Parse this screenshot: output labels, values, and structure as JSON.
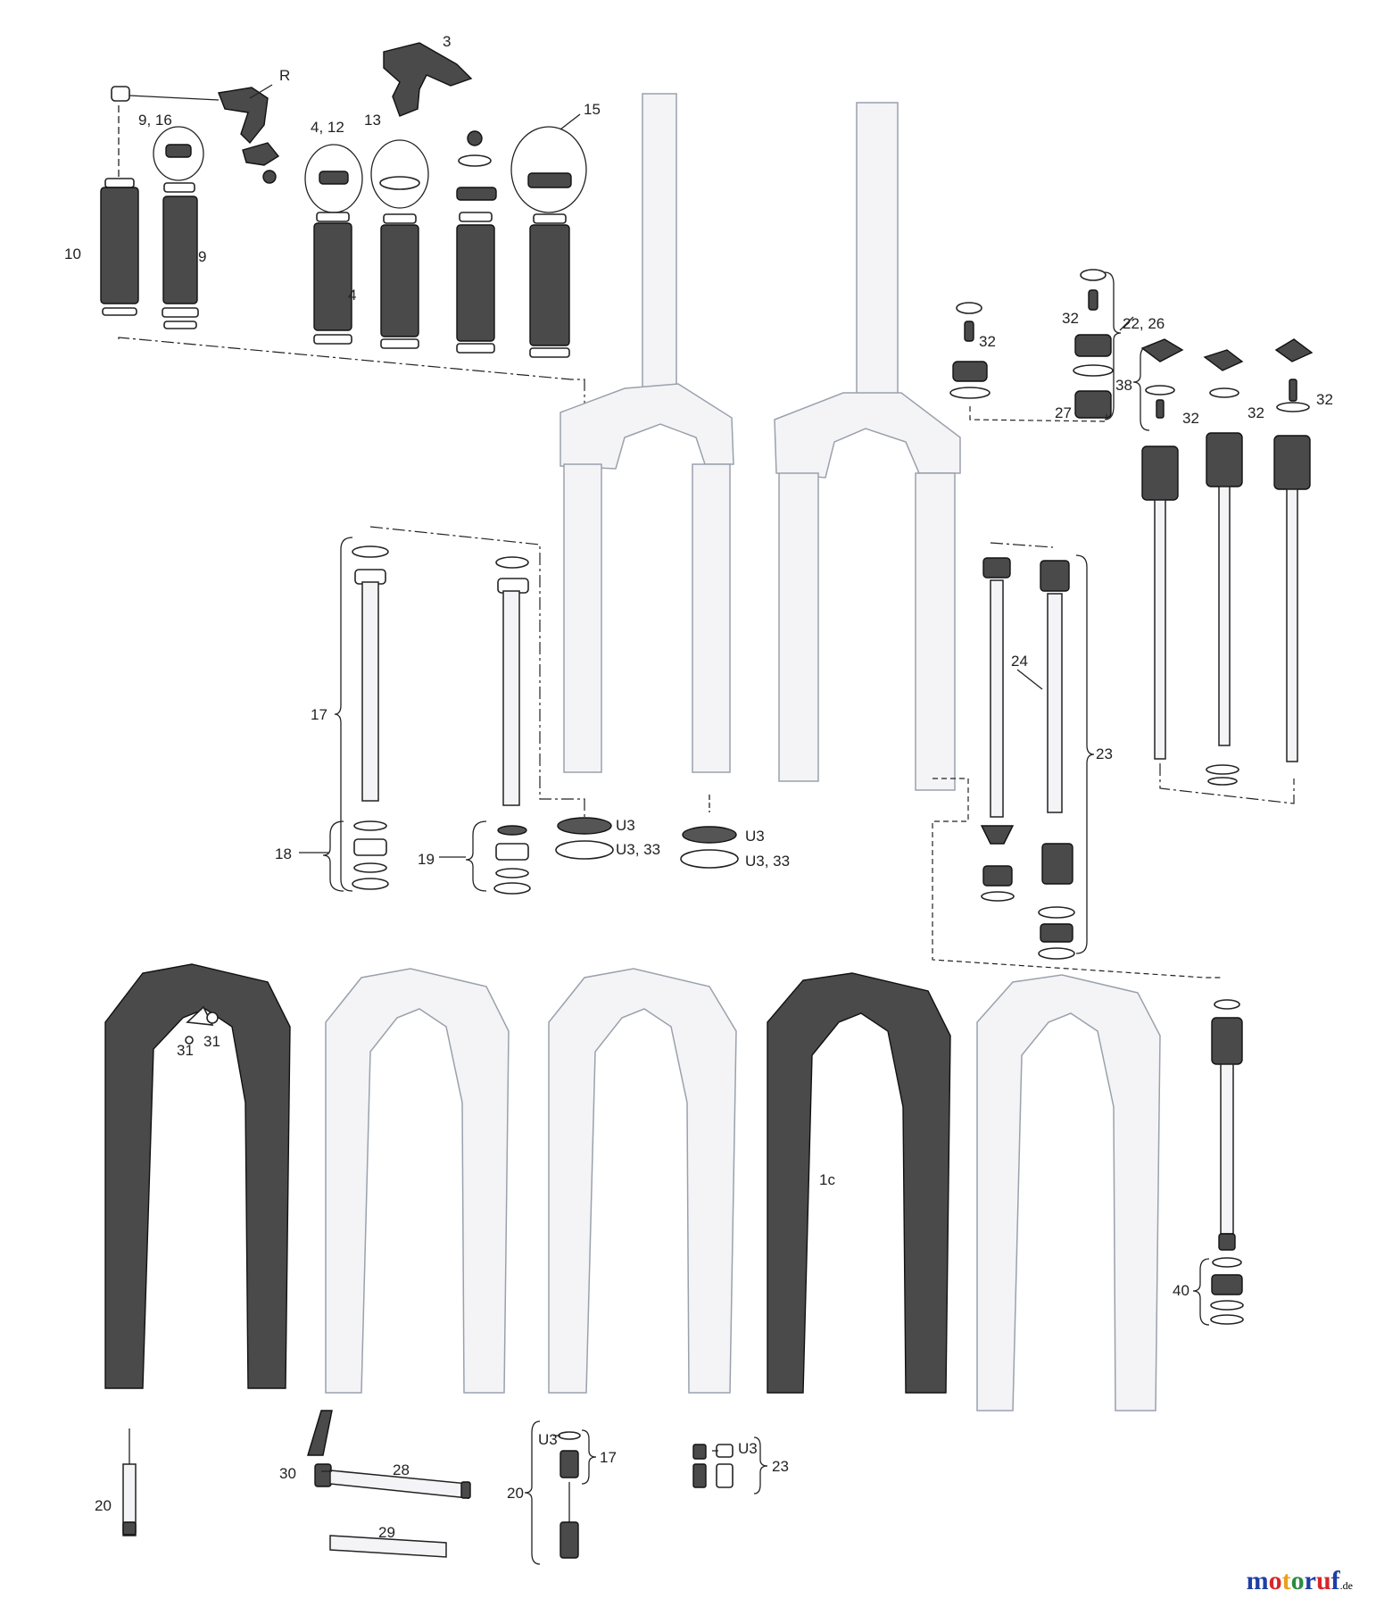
{
  "diagram": {
    "part_labels": [
      "R",
      "3",
      "9, 16",
      "13",
      "4, 12",
      "15",
      "10",
      "9",
      "4",
      "32",
      "32",
      "22, 26",
      "38",
      "27",
      "32",
      "32",
      "32",
      "17",
      "24",
      "23",
      "18",
      "19",
      "U3",
      "U3, 33",
      "U3",
      "U3, 33",
      "31",
      "31",
      "1c",
      "40",
      "30",
      "28",
      "29",
      "20",
      "U3",
      "17",
      "20",
      "U3",
      "23"
    ]
  },
  "watermark": {
    "text": "motoruf",
    "suffix": ".de",
    "colors": [
      "#1f3fa3",
      "#d7262b",
      "#e9a21b",
      "#2a8c3c",
      "#1f3fa3",
      "#d7262b",
      "#1f3fa3"
    ]
  },
  "colors": {
    "ink": "#222222",
    "part_dark": "#4a4a4a",
    "part_pale_stroke": "#9aa1ad"
  }
}
